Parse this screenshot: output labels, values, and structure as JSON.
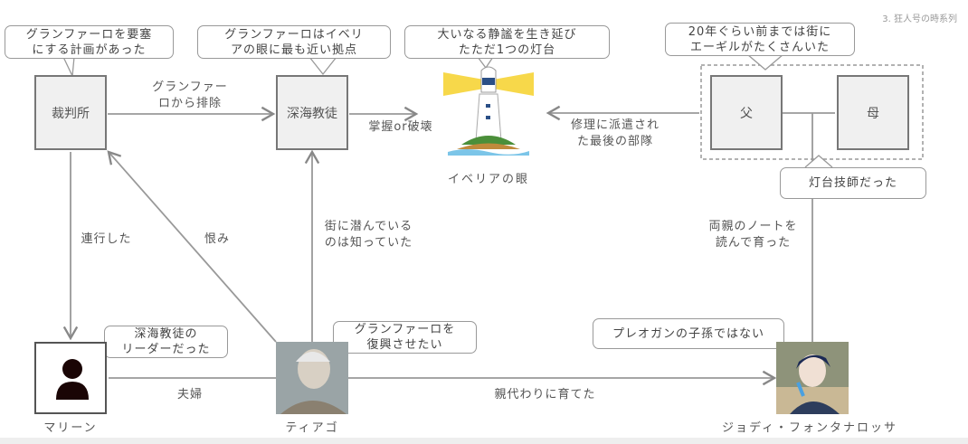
{
  "title": "3. 狂人号の時系列",
  "nodes": {
    "court": "裁判所",
    "deepsea": "深海教徒",
    "father": "父",
    "mother": "母",
    "lighthouse": "イベリアの眼",
    "marine": "マリーン",
    "tiago": "ティアゴ",
    "jody": "ジョディ・フォンタナロッサ"
  },
  "bubbles": {
    "court": "グランファーロを要塞\nにする計画があった",
    "deepsea": "グランファーロはイベリ\nアの眼に最も近い拠点",
    "lighthouse": "大いなる静謐を生き延び\nたただ1つの灯台",
    "parents": "20年ぐらい前までは街に\nエーギルがたくさんいた",
    "engineer": "灯台技師だった",
    "marine": "深海教徒の\nリーダーだった",
    "tiago": "グランファーロを\n復興させたい",
    "jody": "プレオガンの子孫ではない"
  },
  "edges": {
    "exclude": "グランファー\nロから排除",
    "control": "掌握or破壊",
    "repair": "修理に派遣され\nた最後の部隊",
    "notes": "両親のノートを\n読んで育った",
    "arrest": "連行した",
    "grudge": "恨み",
    "knew": "街に潜んでいる\nのは知っていた",
    "couple": "夫婦",
    "raised": "親代わりに育てた"
  }
}
